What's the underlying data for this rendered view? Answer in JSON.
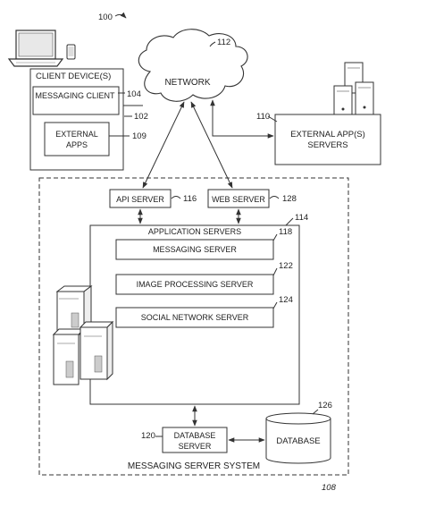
{
  "figure": {
    "ref_number": "100",
    "network": {
      "label": "NETWORK",
      "ref": "112"
    },
    "client_device": {
      "label": "CLIENT DEVICE(S)",
      "messaging_client": {
        "label": "MESSAGING CLIENT",
        "ref": "104"
      },
      "ref": "102",
      "external_apps": {
        "label_line1": "EXTERNAL",
        "label_line2": "APPS",
        "ref": "109"
      }
    },
    "external_app_servers": {
      "label_line1": "EXTERNAL APP(S)",
      "label_line2": "SERVERS",
      "ref": "110"
    },
    "api_server": {
      "label": "API SERVER",
      "ref": "116"
    },
    "web_server": {
      "label": "WEB SERVER",
      "ref": "128"
    },
    "application_servers": {
      "label": "APPLICATION SERVERS",
      "ref": "114",
      "messaging_server": {
        "label": "MESSAGING SERVER",
        "ref": "118"
      },
      "image_processing_server": {
        "label": "IMAGE PROCESSING SERVER",
        "ref": "122"
      },
      "social_network_server": {
        "label": "SOCIAL NETWORK SERVER",
        "ref": "124"
      }
    },
    "database_server": {
      "label_line1": "DATABASE",
      "label_line2": "SERVER",
      "ref": "120"
    },
    "database": {
      "label": "DATABASE",
      "ref": "126"
    },
    "messaging_server_system": {
      "label": "MESSAGING SERVER SYSTEM",
      "ref": "108"
    }
  }
}
